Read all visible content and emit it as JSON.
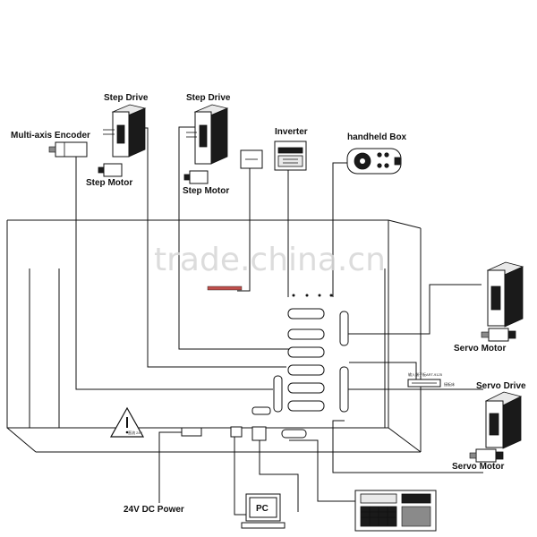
{
  "labels": {
    "step_drive_1": "Step Drive",
    "step_drive_2": "Step Drive",
    "encoder": "Multi-axis Encoder",
    "step_motor_1": "Step Motor",
    "step_motor_2": "Step Motor",
    "inverter": "Inverter",
    "handheld_box": "handheld Box",
    "servo_motor_1": "Servo Motor",
    "servo_drive": "Servo Drive",
    "servo_motor_2": "Servo Motor",
    "dc_power": "24V DC Power",
    "pc": "PC"
  },
  "watermark": "trade.china.cn",
  "warning_text": "直流 24V",
  "terminal_board_text": "输入端子板ART-9125",
  "terminal_board_sub": "接板床",
  "icons": {
    "warning": "warning-triangle-icon",
    "controller": "cnc-controller-panel-icon",
    "pc": "pc-monitor-icon"
  }
}
